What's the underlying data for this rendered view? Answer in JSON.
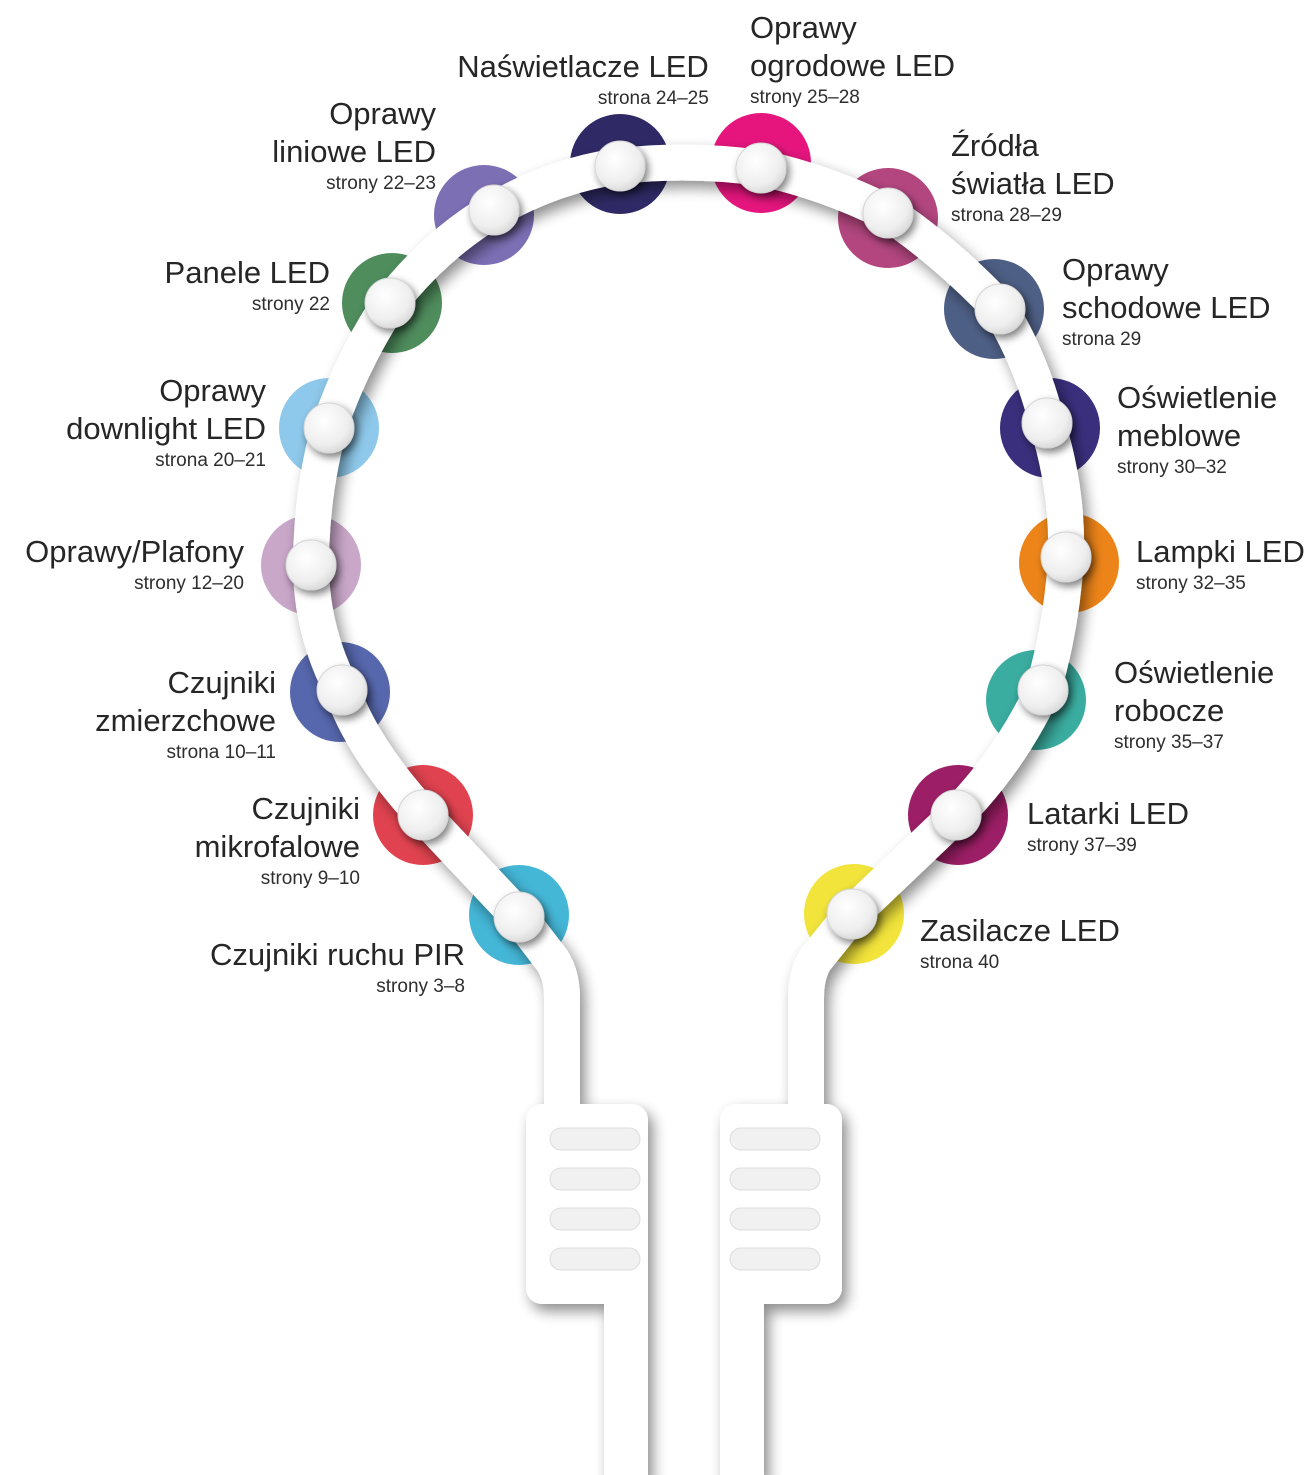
{
  "categories": [
    {
      "id": "czujniki-ruchu-pir",
      "lines": [
        "Czujniki ruchu PIR"
      ],
      "pages": "strony 3–8",
      "color": "#44b6d6"
    },
    {
      "id": "czujniki-mikrofalowe",
      "lines": [
        "Czujniki",
        "mikrofalowe"
      ],
      "pages": "strony 9–10",
      "color": "#e0434f"
    },
    {
      "id": "czujniki-zmierzchowe",
      "lines": [
        "Czujniki",
        "zmierzchowe"
      ],
      "pages": "strona 10–11",
      "color": "#5667ad"
    },
    {
      "id": "oprawy-plafony",
      "lines": [
        "Oprawy/Plafony"
      ],
      "pages": "strony 12–20",
      "color": "#c9a7c9"
    },
    {
      "id": "oprawy-downlight",
      "lines": [
        "Oprawy",
        "downlight LED"
      ],
      "pages": "strona 20–21",
      "color": "#8ec8ea"
    },
    {
      "id": "panele-led",
      "lines": [
        "Panele LED"
      ],
      "pages": "strony 22",
      "color": "#4f8d5d"
    },
    {
      "id": "oprawy-liniowe",
      "lines": [
        "Oprawy",
        "liniowe LED"
      ],
      "pages": "strony 22–23",
      "color": "#7d6fb4"
    },
    {
      "id": "naswietlacze",
      "lines": [
        "Naświetlacze LED"
      ],
      "pages": "strona 24–25",
      "color": "#2f2a66"
    },
    {
      "id": "oprawy-ogrodowe",
      "lines": [
        "Oprawy",
        "ogrodowe LED"
      ],
      "pages": "strony 25–28",
      "color": "#e6157e"
    },
    {
      "id": "zrodla-swiatla",
      "lines": [
        "Źródła",
        "światła LED"
      ],
      "pages": "strona 28–29",
      "color": "#b3467f"
    },
    {
      "id": "oprawy-schodowe",
      "lines": [
        "Oprawy",
        "schodowe LED"
      ],
      "pages": "strona 29",
      "color": "#4e5f86"
    },
    {
      "id": "oswietlenie-meblowe",
      "lines": [
        "Oświetlenie",
        "meblowe"
      ],
      "pages": "strony 30–32",
      "color": "#3a2f7d"
    },
    {
      "id": "lampki-led",
      "lines": [
        "Lampki LED"
      ],
      "pages": "strony 32–35",
      "color": "#ec8419"
    },
    {
      "id": "oswietlenie-robocze",
      "lines": [
        "Oświetlenie",
        "robocze"
      ],
      "pages": "strony 35–37",
      "color": "#3aada0"
    },
    {
      "id": "latarki-led",
      "lines": [
        "Latarki LED"
      ],
      "pages": "strony 37–39",
      "color": "#9c1e66"
    },
    {
      "id": "zasilacze-led",
      "lines": [
        "Zasilacze LED"
      ],
      "pages": "strona 40",
      "color": "#f2e43b"
    }
  ],
  "colors": {
    "track": "#ffffff",
    "shadow": "#8a8a8a",
    "knob": "#f3f3f3",
    "text": "#262626"
  }
}
